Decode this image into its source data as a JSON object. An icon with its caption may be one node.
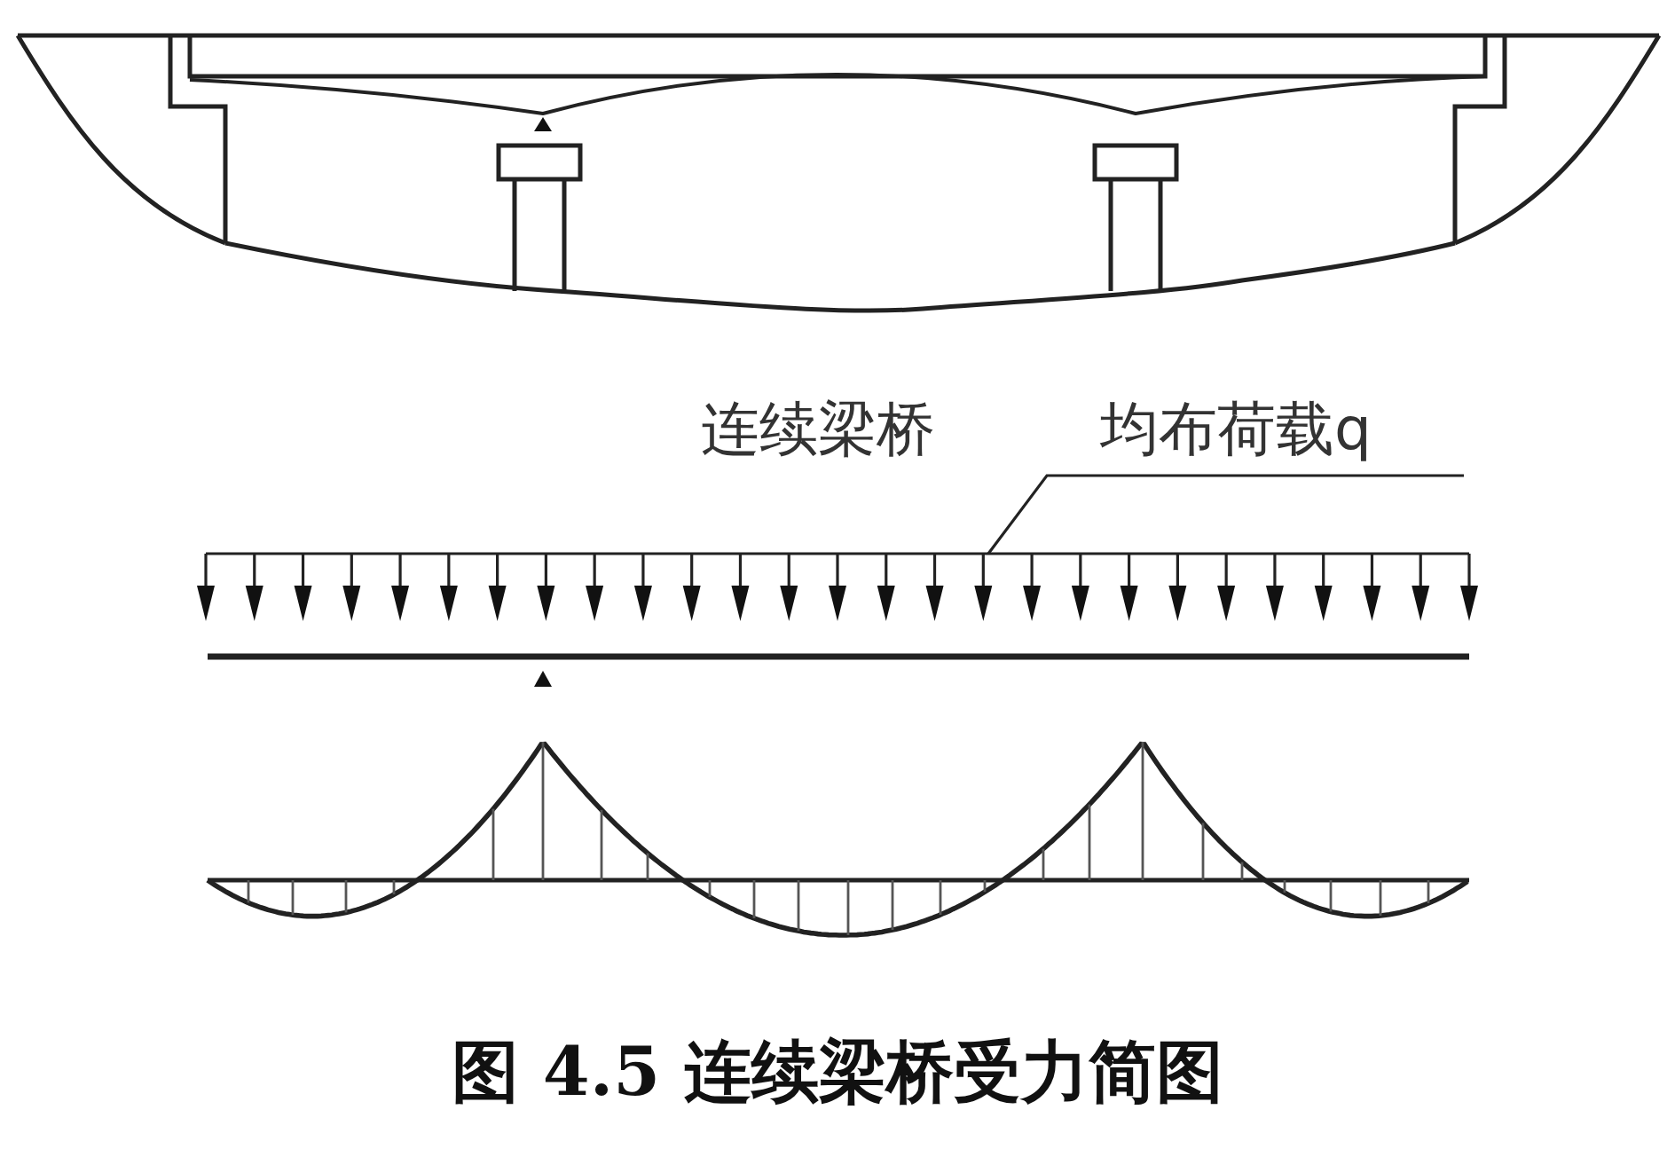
{
  "diagram": {
    "caption": "图 4.5 连续梁桥受力简图",
    "nodes": [
      {
        "text": [
          "均布荷载q"
        ]
      },
      {
        "text": [],
        "shape": "picture"
      }
    ],
    "edges": [
      {
        "from": 0,
        "to": 1,
        "arrow": "none"
      }
    ],
    "labels": [
      "连续梁桥"
    ]
  }
}
